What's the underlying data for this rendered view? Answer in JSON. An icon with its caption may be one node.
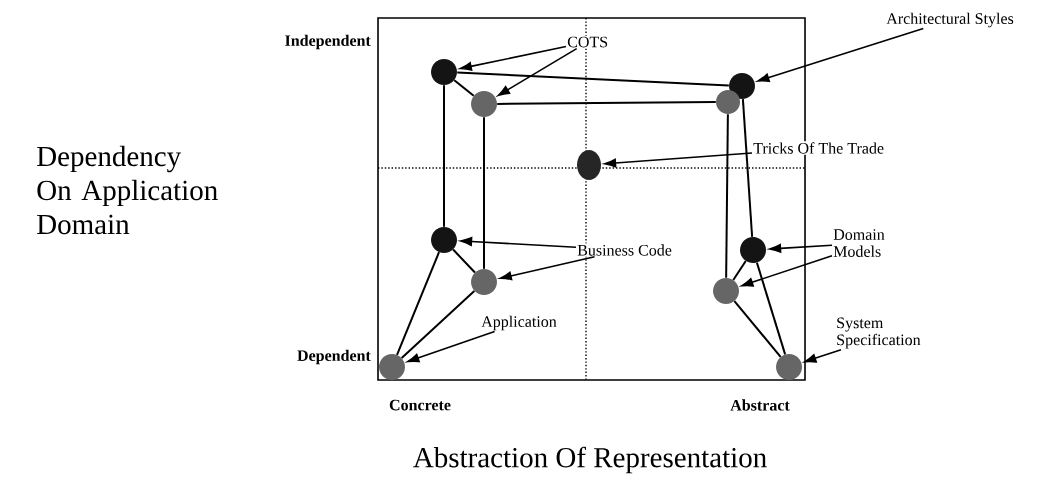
{
  "diagram": {
    "nodes": [
      {
        "text": [],
        "shape": "circle"
      },
      {
        "text": [],
        "shape": "circle"
      },
      {
        "text": [],
        "shape": "circle"
      },
      {
        "text": [],
        "shape": "circle"
      },
      {
        "text": [],
        "shape": "circle"
      },
      {
        "text": [],
        "shape": "circle"
      },
      {
        "text": [],
        "shape": "circle"
      },
      {
        "text": [],
        "shape": "circle"
      },
      {
        "text": [],
        "shape": "circle"
      },
      {
        "text": [],
        "shape": "circle"
      },
      {
        "text": [],
        "shape": "circle"
      },
      {
        "text": [
          "COTS"
        ]
      },
      {
        "text": [
          "Architectural Styles"
        ]
      },
      {
        "text": [
          "Tricks Of The Trade"
        ]
      },
      {
        "text": [
          "Business Code"
        ]
      },
      {
        "text": [
          "Domain Models"
        ]
      },
      {
        "text": [
          "Application"
        ]
      },
      {
        "text": [
          "System Specification"
        ]
      }
    ],
    "edges": [
      {
        "from": 0,
        "to": 2,
        "arrow": "none"
      },
      {
        "from": 1,
        "to": 3,
        "arrow": "none"
      },
      {
        "from": 0,
        "to": 1,
        "arrow": "none"
      },
      {
        "from": 0,
        "to": 5,
        "arrow": "none"
      },
      {
        "from": 1,
        "to": 6,
        "arrow": "none"
      },
      {
        "from": 2,
        "to": 7,
        "arrow": "none"
      },
      {
        "from": 3,
        "to": 8,
        "arrow": "none"
      },
      {
        "from": 5,
        "to": 6,
        "arrow": "none"
      },
      {
        "from": 5,
        "to": 9,
        "arrow": "none"
      },
      {
        "from": 6,
        "to": 9,
        "arrow": "none"
      },
      {
        "from": 7,
        "to": 8,
        "arrow": "none"
      },
      {
        "from": 7,
        "to": 10,
        "arrow": "none"
      },
      {
        "from": 8,
        "to": 10,
        "arrow": "none"
      },
      {
        "from": 11,
        "to": 0,
        "arrow": "to"
      },
      {
        "from": 11,
        "to": 1,
        "arrow": "to"
      },
      {
        "from": 12,
        "to": 2,
        "arrow": "to"
      },
      {
        "from": 13,
        "to": 4,
        "arrow": "to"
      },
      {
        "from": 14,
        "to": 5,
        "arrow": "to"
      },
      {
        "from": 14,
        "to": 6,
        "arrow": "to"
      },
      {
        "from": 15,
        "to": 7,
        "arrow": "to"
      },
      {
        "from": 15,
        "to": 8,
        "arrow": "to"
      },
      {
        "from": 16,
        "to": 9,
        "arrow": "to"
      },
      {
        "from": 17,
        "to": 10,
        "arrow": "to"
      }
    ],
    "labels": [
      "Independent",
      "Dependency On Application Domain",
      "Dependent",
      "Concrete",
      "Abstract",
      "Abstraction Of Representation"
    ]
  }
}
